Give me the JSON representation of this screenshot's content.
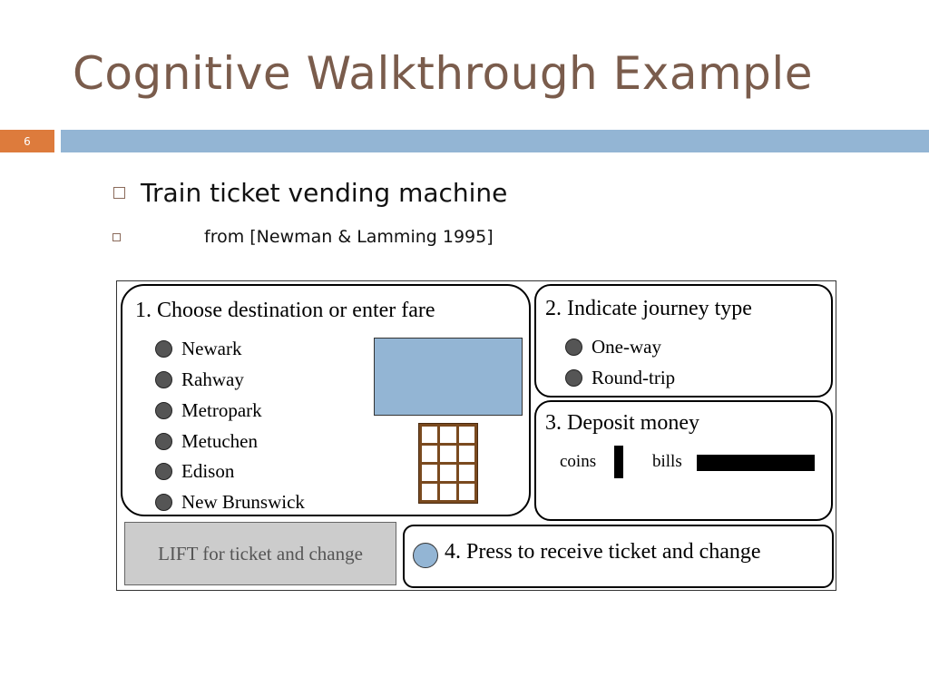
{
  "slide": {
    "title": "Cognitive Walkthrough Example",
    "number": "6",
    "bullets": [
      "Train ticket vending machine",
      "from [Newman & Lamming 1995]"
    ]
  },
  "machine": {
    "step1": {
      "title": "1. Choose destination or enter fare",
      "destinations": [
        "Newark",
        "Rahway",
        "Metropark",
        "Metuchen",
        "Edison",
        "New Brunswick"
      ]
    },
    "step2": {
      "title": "2. Indicate journey type",
      "options": [
        "One-way",
        "Round-trip"
      ]
    },
    "step3": {
      "title": "3. Deposit money",
      "coins_label": "coins",
      "bills_label": "bills"
    },
    "step4": {
      "title": "4. Press to receive ticket and change"
    },
    "lift_label": "LIFT for ticket and change"
  },
  "colors": {
    "title": "#7a5c4c",
    "accent_orange": "#dd7b3c",
    "accent_blue": "#93b5d4",
    "keypad_brown": "#7a4a1f",
    "lift_gray": "#cccccc"
  }
}
